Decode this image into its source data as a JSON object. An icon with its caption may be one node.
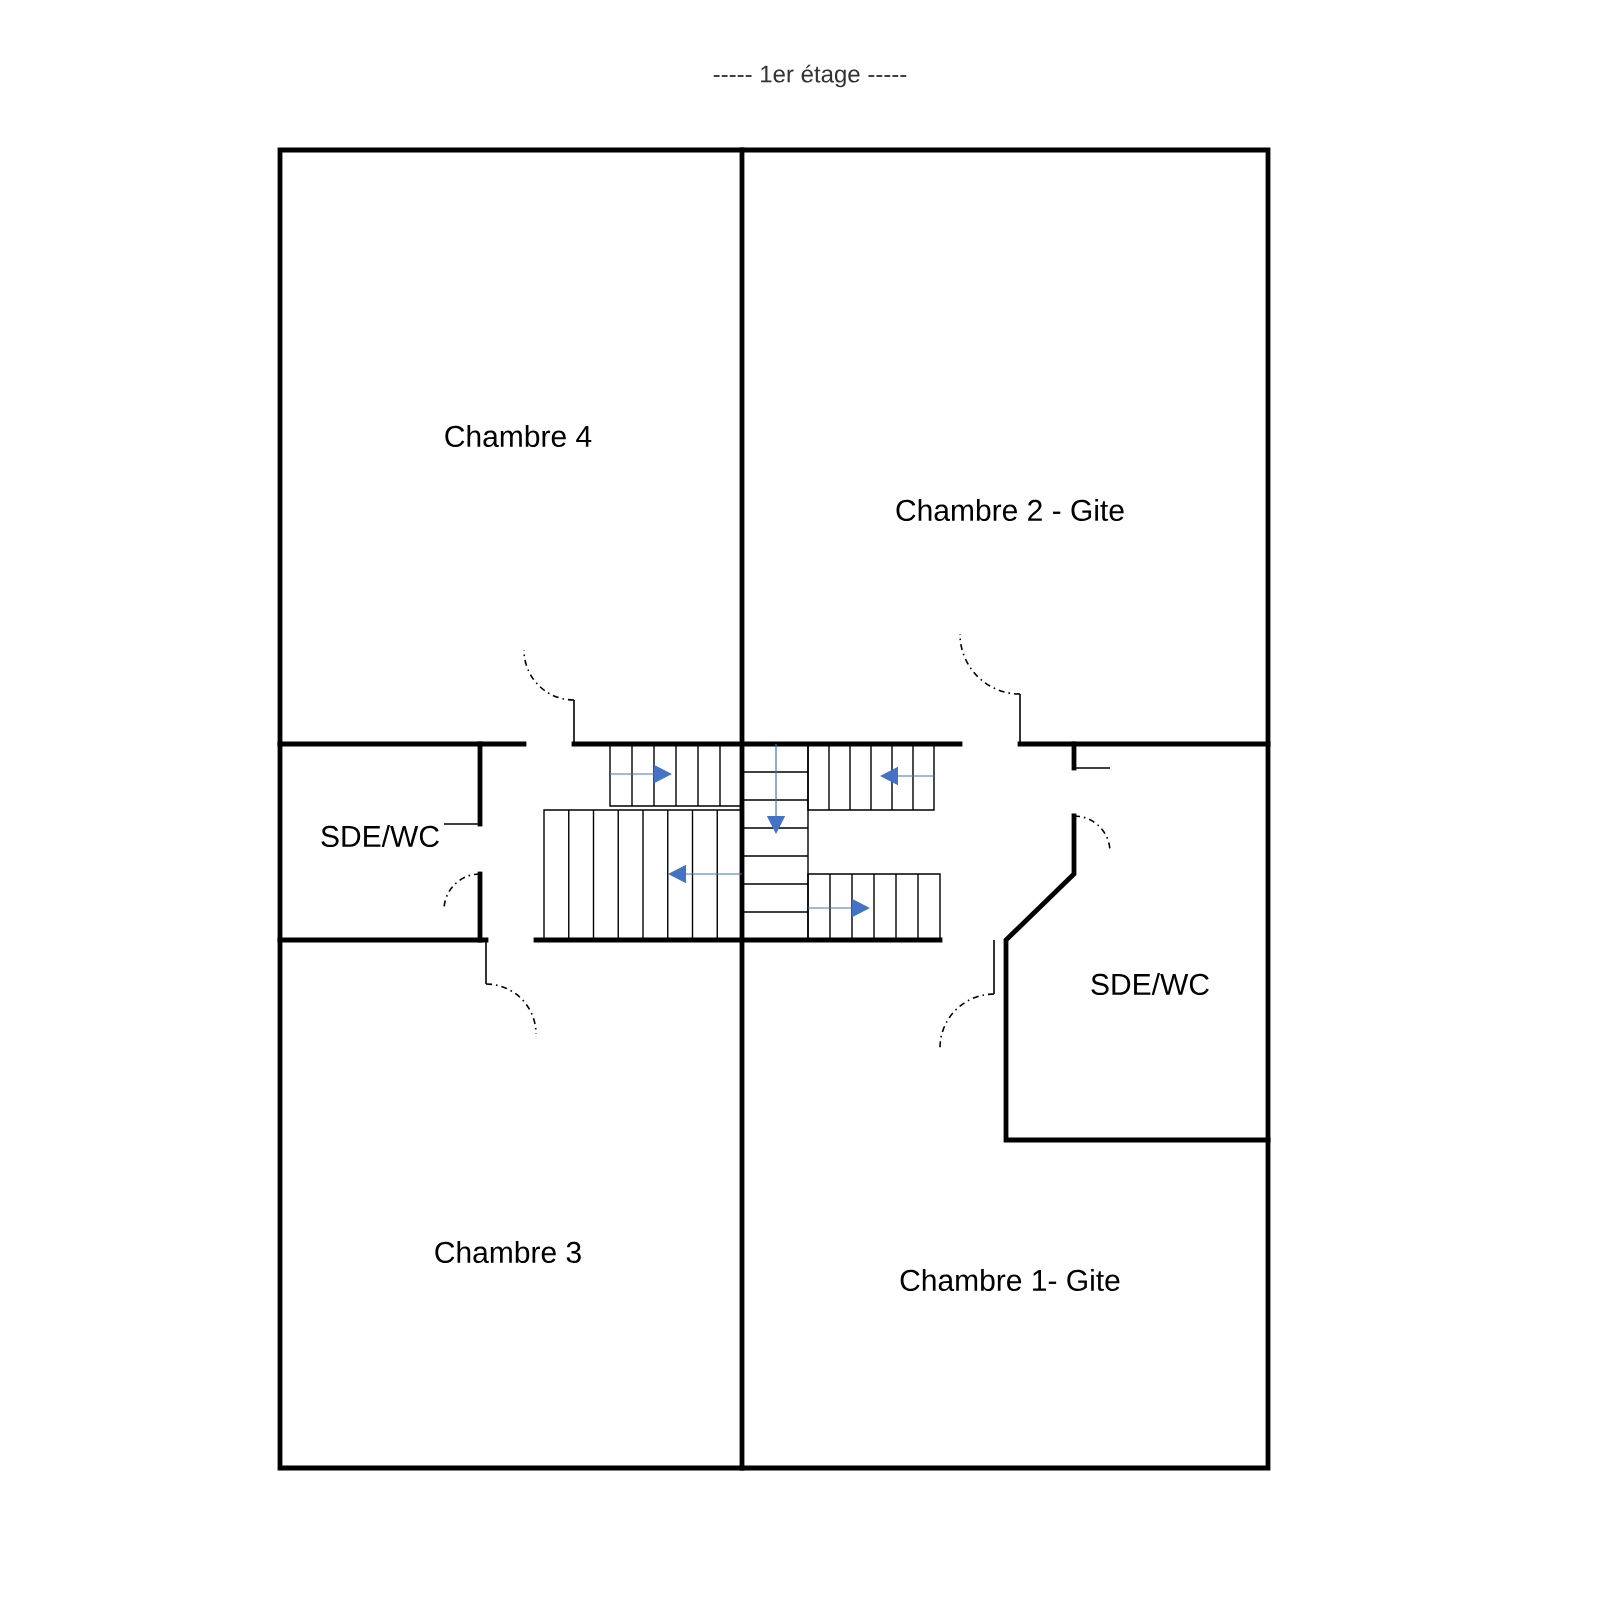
{
  "diagram": {
    "title": "-----  1er étage  -----",
    "nodes": [
      {
        "text": [
          "Chambre 4"
        ]
      },
      {
        "text": [
          "Chambre 2 - Gite"
        ]
      },
      {
        "text": [
          "SDE/WC"
        ]
      },
      {
        "text": [
          "SDE/WC"
        ]
      },
      {
        "text": [
          "Chambre 3"
        ]
      },
      {
        "text": [
          "Chambre 1- Gite"
        ]
      }
    ]
  }
}
